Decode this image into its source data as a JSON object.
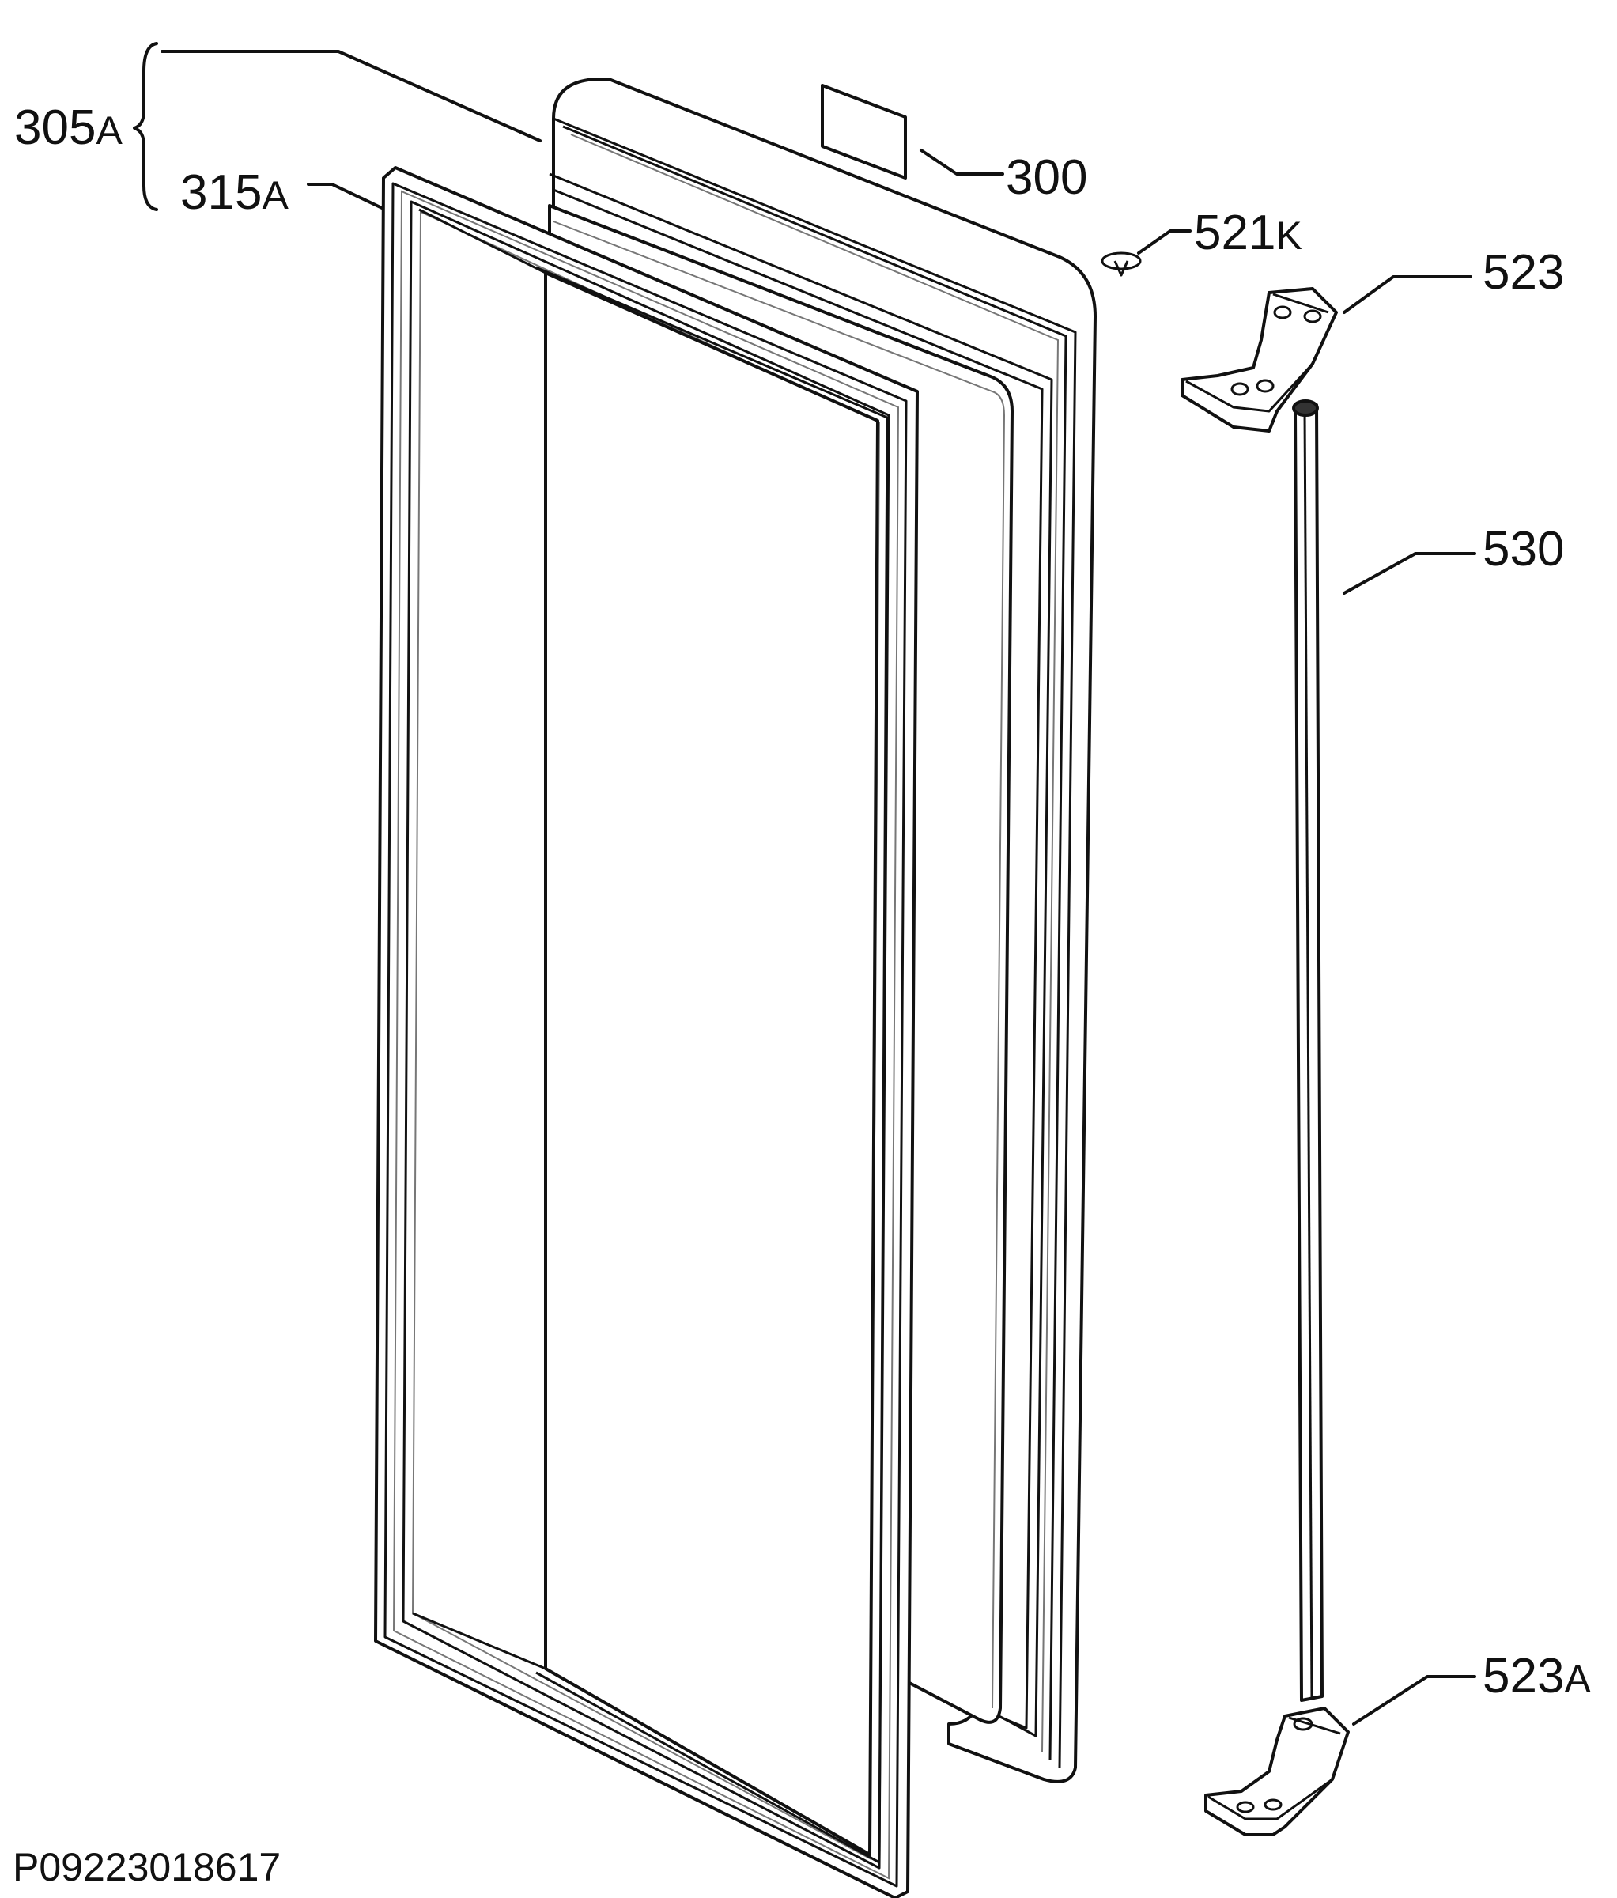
{
  "diagram": {
    "code": "P09223018617",
    "labels": {
      "l305": {
        "main": "305",
        "sub": "A"
      },
      "l315": {
        "main": "315",
        "sub": "A"
      },
      "l300": {
        "main": "300",
        "sub": ""
      },
      "l521": {
        "main": "521",
        "sub": "K"
      },
      "l523": {
        "main": "523",
        "sub": ""
      },
      "l530": {
        "main": "530",
        "sub": ""
      },
      "l523a": {
        "main": "523",
        "sub": "A"
      }
    }
  }
}
